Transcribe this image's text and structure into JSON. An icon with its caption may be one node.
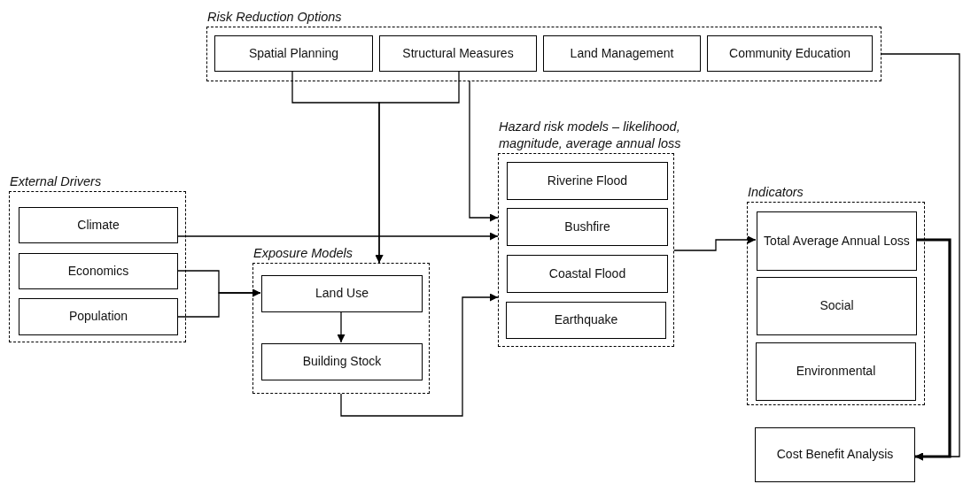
{
  "diagram": {
    "nodes": [
      {
        "text": [
          "Risk Reduction Options"
        ]
      },
      {
        "text": [
          "Spatial Planning"
        ],
        "in": 0
      },
      {
        "text": [
          "Structural Measures"
        ],
        "in": 0
      },
      {
        "text": [
          "Land Management"
        ],
        "in": 0
      },
      {
        "text": [
          "Community Education"
        ],
        "in": 0
      },
      {
        "text": [
          "External Drivers"
        ]
      },
      {
        "text": [
          "Climate"
        ],
        "in": 5
      },
      {
        "text": [
          "Economics"
        ],
        "in": 5
      },
      {
        "text": [
          "Population"
        ],
        "in": 5
      },
      {
        "text": [
          "Exposure Models"
        ]
      },
      {
        "text": [
          "Land Use"
        ],
        "in": 9
      },
      {
        "text": [
          "Building Stock"
        ],
        "in": 9
      },
      {
        "text": [
          "Hazard risk models – likelihood, magnitude, average annual loss"
        ]
      },
      {
        "text": [
          "Riverine Flood"
        ],
        "in": 12
      },
      {
        "text": [
          "Bushfire"
        ],
        "in": 12
      },
      {
        "text": [
          "Coastal Flood"
        ],
        "in": 12
      },
      {
        "text": [
          "Earthquake"
        ],
        "in": 12
      },
      {
        "text": [
          "Indicators"
        ]
      },
      {
        "text": [
          "Total Average Annual Loss"
        ],
        "in": 17
      },
      {
        "text": [
          "Social"
        ],
        "in": 17
      },
      {
        "text": [
          "Environmental"
        ],
        "in": 17
      },
      {
        "text": [
          "Cost Benefit Analysis"
        ]
      }
    ],
    "edges": [
      {
        "from": 1,
        "to": 9,
        "arrow": "to"
      },
      {
        "from": 2,
        "to": 9,
        "arrow": "to"
      },
      {
        "from": 0,
        "to": 12,
        "arrow": "to"
      },
      {
        "from": 6,
        "to": 12,
        "arrow": "to"
      },
      {
        "from": 7,
        "to": 10,
        "arrow": "to"
      },
      {
        "from": 8,
        "to": 10,
        "arrow": "to"
      },
      {
        "from": 10,
        "to": 11,
        "arrow": "to"
      },
      {
        "from": 9,
        "to": 12,
        "arrow": "to"
      },
      {
        "from": 12,
        "to": 18,
        "arrow": "to"
      },
      {
        "from": 18,
        "to": 21,
        "arrow": "to",
        "style": "thick"
      },
      {
        "from": 0,
        "to": 21,
        "arrow": "to"
      }
    ]
  }
}
